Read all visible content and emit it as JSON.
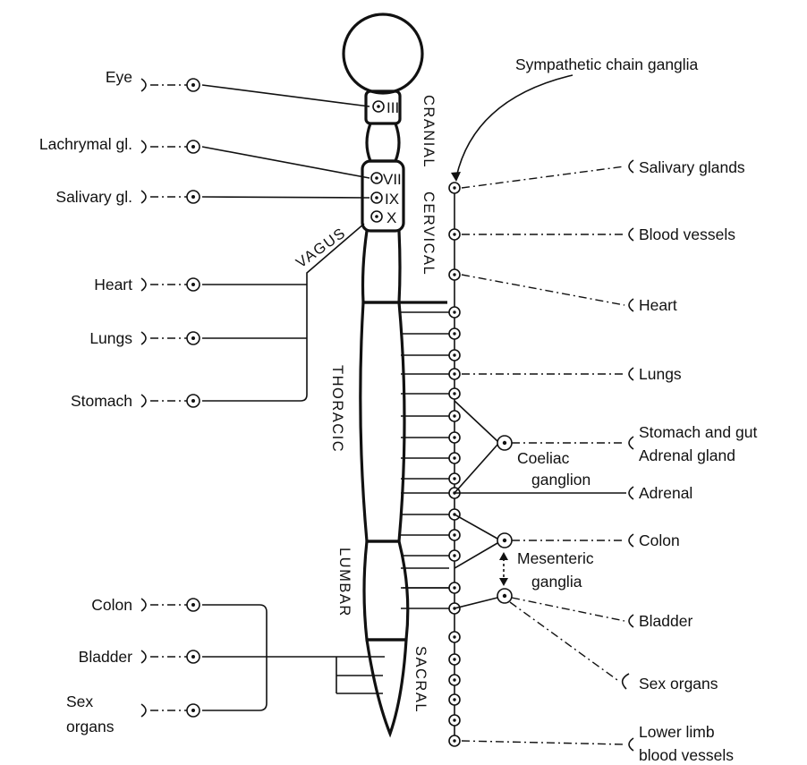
{
  "left_labels": {
    "eye": "Eye",
    "lachrymal": "Lachrymal gl.",
    "salivary": "Salivary gl.",
    "heart": "Heart",
    "lungs": "Lungs",
    "stomach": "Stomach",
    "colon": "Colon",
    "bladder": "Bladder",
    "sex_1": "Sex",
    "sex_2": "organs"
  },
  "right_labels": {
    "chain": "Sympathetic chain ganglia",
    "salivary": "Salivary glands",
    "blood": "Blood vessels",
    "heart": "Heart",
    "lungs": "Lungs",
    "stomach_gut": "Stomach and gut",
    "adrenal_gland": "Adrenal gland",
    "adrenal": "Adrenal",
    "colon": "Colon",
    "bladder": "Bladder",
    "sex": "Sex organs",
    "lowerlimb_1": "Lower limb",
    "lowerlimb_2": "blood vessels"
  },
  "ganglia_labels": {
    "coeliac_1": "Coeliac",
    "coeliac_2": "ganglion",
    "mesenteric_1": "Mesenteric",
    "mesenteric_2": "ganglia"
  },
  "regions": {
    "cranial": "CRANIAL",
    "cervical": "CERVICAL",
    "thoracic": "THORACIC",
    "lumbar": "LUMBAR",
    "sacral": "SACRAL",
    "vagus": "VAGUS"
  },
  "nerves": {
    "iii": "III",
    "vii": "VII",
    "ix": "IX",
    "x": "X"
  }
}
